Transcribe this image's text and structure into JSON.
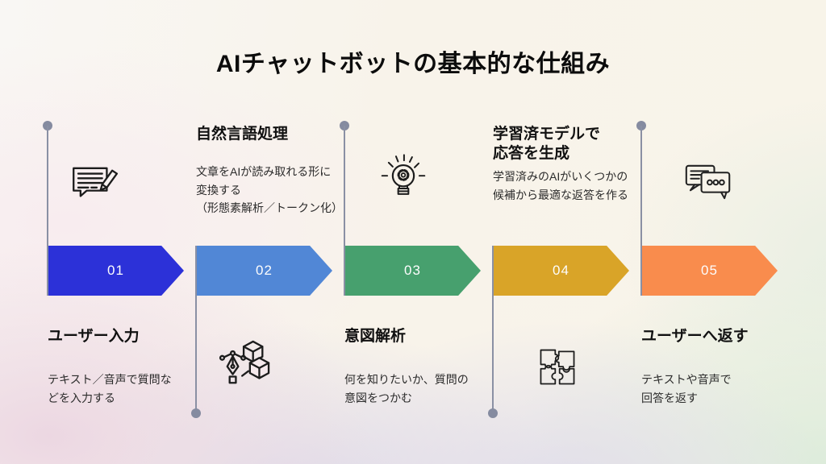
{
  "title": "AIチャットボットの基本的な仕組み",
  "colors": {
    "arrow_01": "#2c31d8",
    "arrow_02": "#5187d6",
    "arrow_03": "#47a06e",
    "arrow_04": "#d9a428",
    "arrow_05": "#f98c4d",
    "connector": "#8a90a4",
    "icon_stroke": "#1c1c1c"
  },
  "steps": [
    {
      "number": "01",
      "icon": "message-edit-icon",
      "text_position": "below",
      "heading_lines": [
        "ユーザー入力"
      ],
      "desc_lines": [
        "テキスト／音声で質問な",
        "どを入力する"
      ]
    },
    {
      "number": "02",
      "icon": "vector-cubes-icon",
      "text_position": "above",
      "heading_lines": [
        "自然言語処理"
      ],
      "desc_lines": [
        "文章をAIが読み取れる形に",
        "変換する",
        "（形態素解析／トークン化）"
      ]
    },
    {
      "number": "03",
      "icon": "idea-bulb-icon",
      "text_position": "below",
      "heading_lines": [
        "意図解析"
      ],
      "desc_lines": [
        "何を知りたいか、質問の",
        "意図をつかむ"
      ]
    },
    {
      "number": "04",
      "icon": "puzzle-icon",
      "text_position": "above",
      "heading_lines": [
        "学習済モデルで",
        "応答を生成"
      ],
      "desc_lines": [
        "学習済みのAIがいくつかの",
        "候補から最適な返答を作る"
      ]
    },
    {
      "number": "05",
      "icon": "chat-bubbles-icon",
      "text_position": "below",
      "heading_lines": [
        "ユーザーへ返す"
      ],
      "desc_lines": [
        "テキストや音声で",
        "回答を返す"
      ]
    }
  ]
}
